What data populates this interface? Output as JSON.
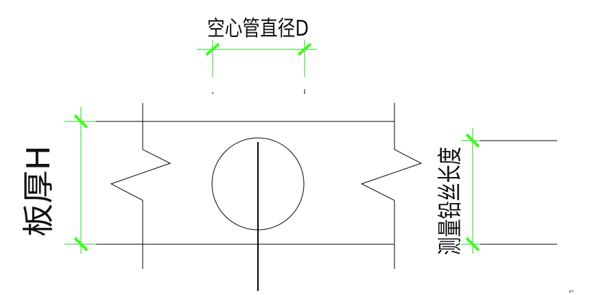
{
  "labels": {
    "tube_diameter": "空心管直径D",
    "slab_thickness": "板厚H",
    "wire_length": "测量铅丝长度"
  },
  "paragraph_mark": "↵",
  "colors": {
    "line": "#000000",
    "dimension_tick": "#39ff14",
    "extension_line": "#1fd11f",
    "background": "#ffffff"
  }
}
